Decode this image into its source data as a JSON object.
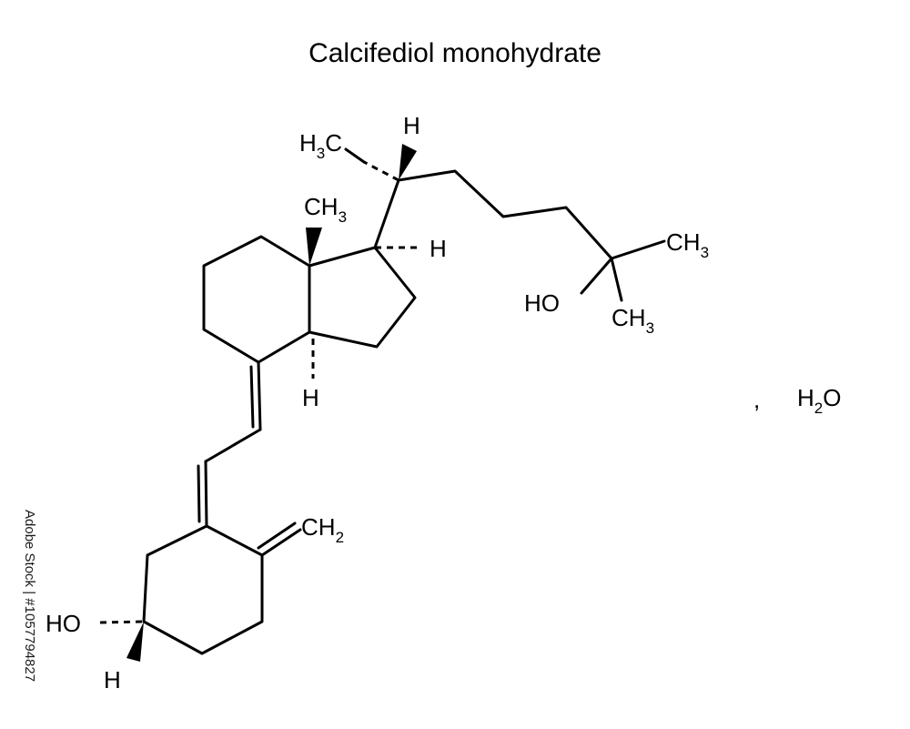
{
  "title": "Calcifediol monohydrate",
  "labels": {
    "h3c": [
      "H",
      "3",
      "C"
    ],
    "ch3_top": [
      "CH",
      "3"
    ],
    "ch3_right": [
      "CH",
      "3"
    ],
    "ch3_lower": [
      "CH",
      "3"
    ],
    "ch2": [
      "CH",
      "2"
    ],
    "h_top": "H",
    "h_c17": "H",
    "h_c14": "H",
    "h_c3": "H",
    "ho_side": "HO",
    "ho_ring": "HO",
    "comma": ",",
    "water": [
      "H",
      "2",
      "O"
    ]
  },
  "watermark": {
    "stock_id": "Adobe Stock | #1057794827"
  }
}
